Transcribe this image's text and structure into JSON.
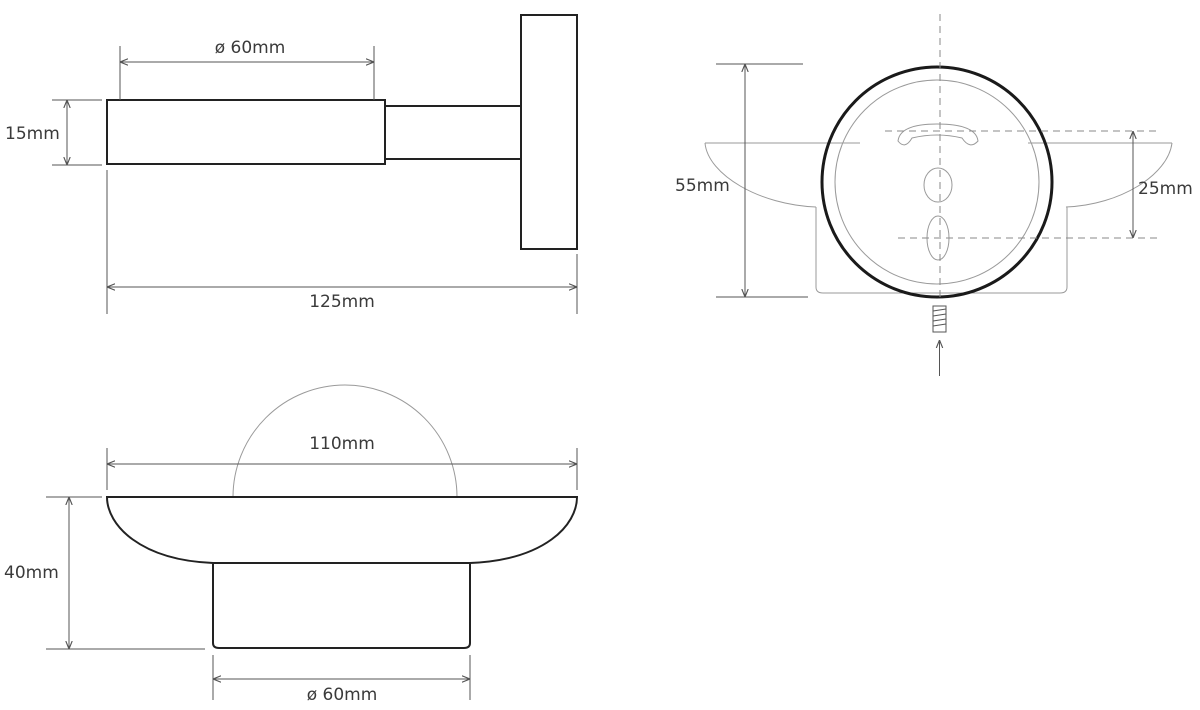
{
  "colors": {
    "line": "#222222",
    "dimension": "#555555",
    "text": "#3a3a3a"
  },
  "dimensions": {
    "side_top_diameter": "ø 60mm",
    "side_height": "15mm",
    "side_total_length": "125mm",
    "front_total_height": "55mm",
    "front_hole_spacing": "25mm",
    "dish_width": "110mm",
    "dish_height": "40mm",
    "dish_base_diameter": "ø 60mm"
  }
}
